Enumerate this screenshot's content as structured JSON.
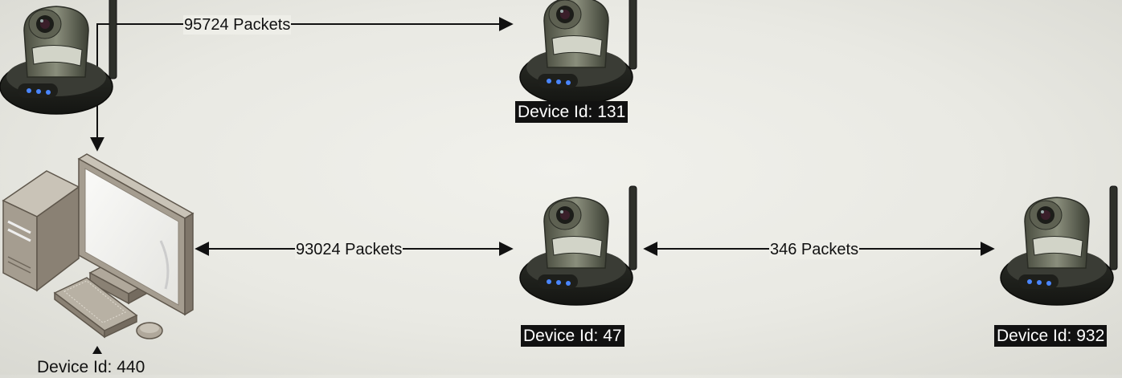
{
  "devices": {
    "pc": {
      "label": "Device Id: 440",
      "icon": "desktop-computer-icon"
    },
    "cam_top": {
      "label": "Device Id: 131",
      "icon": "ip-camera-icon"
    },
    "cam_mid": {
      "label": "Device Id: 47",
      "icon": "ip-camera-icon"
    },
    "cam_right": {
      "label": "Device Id: 932",
      "icon": "ip-camera-icon"
    }
  },
  "links": {
    "pc_to_131": {
      "label": "95724 Packets"
    },
    "pc_to_47": {
      "label": "93024 Packets"
    },
    "47_to_932": {
      "label": "346 Packets"
    }
  },
  "colors": {
    "line": "#111111",
    "label_bg": "#111111",
    "label_text": "#ffffff"
  }
}
